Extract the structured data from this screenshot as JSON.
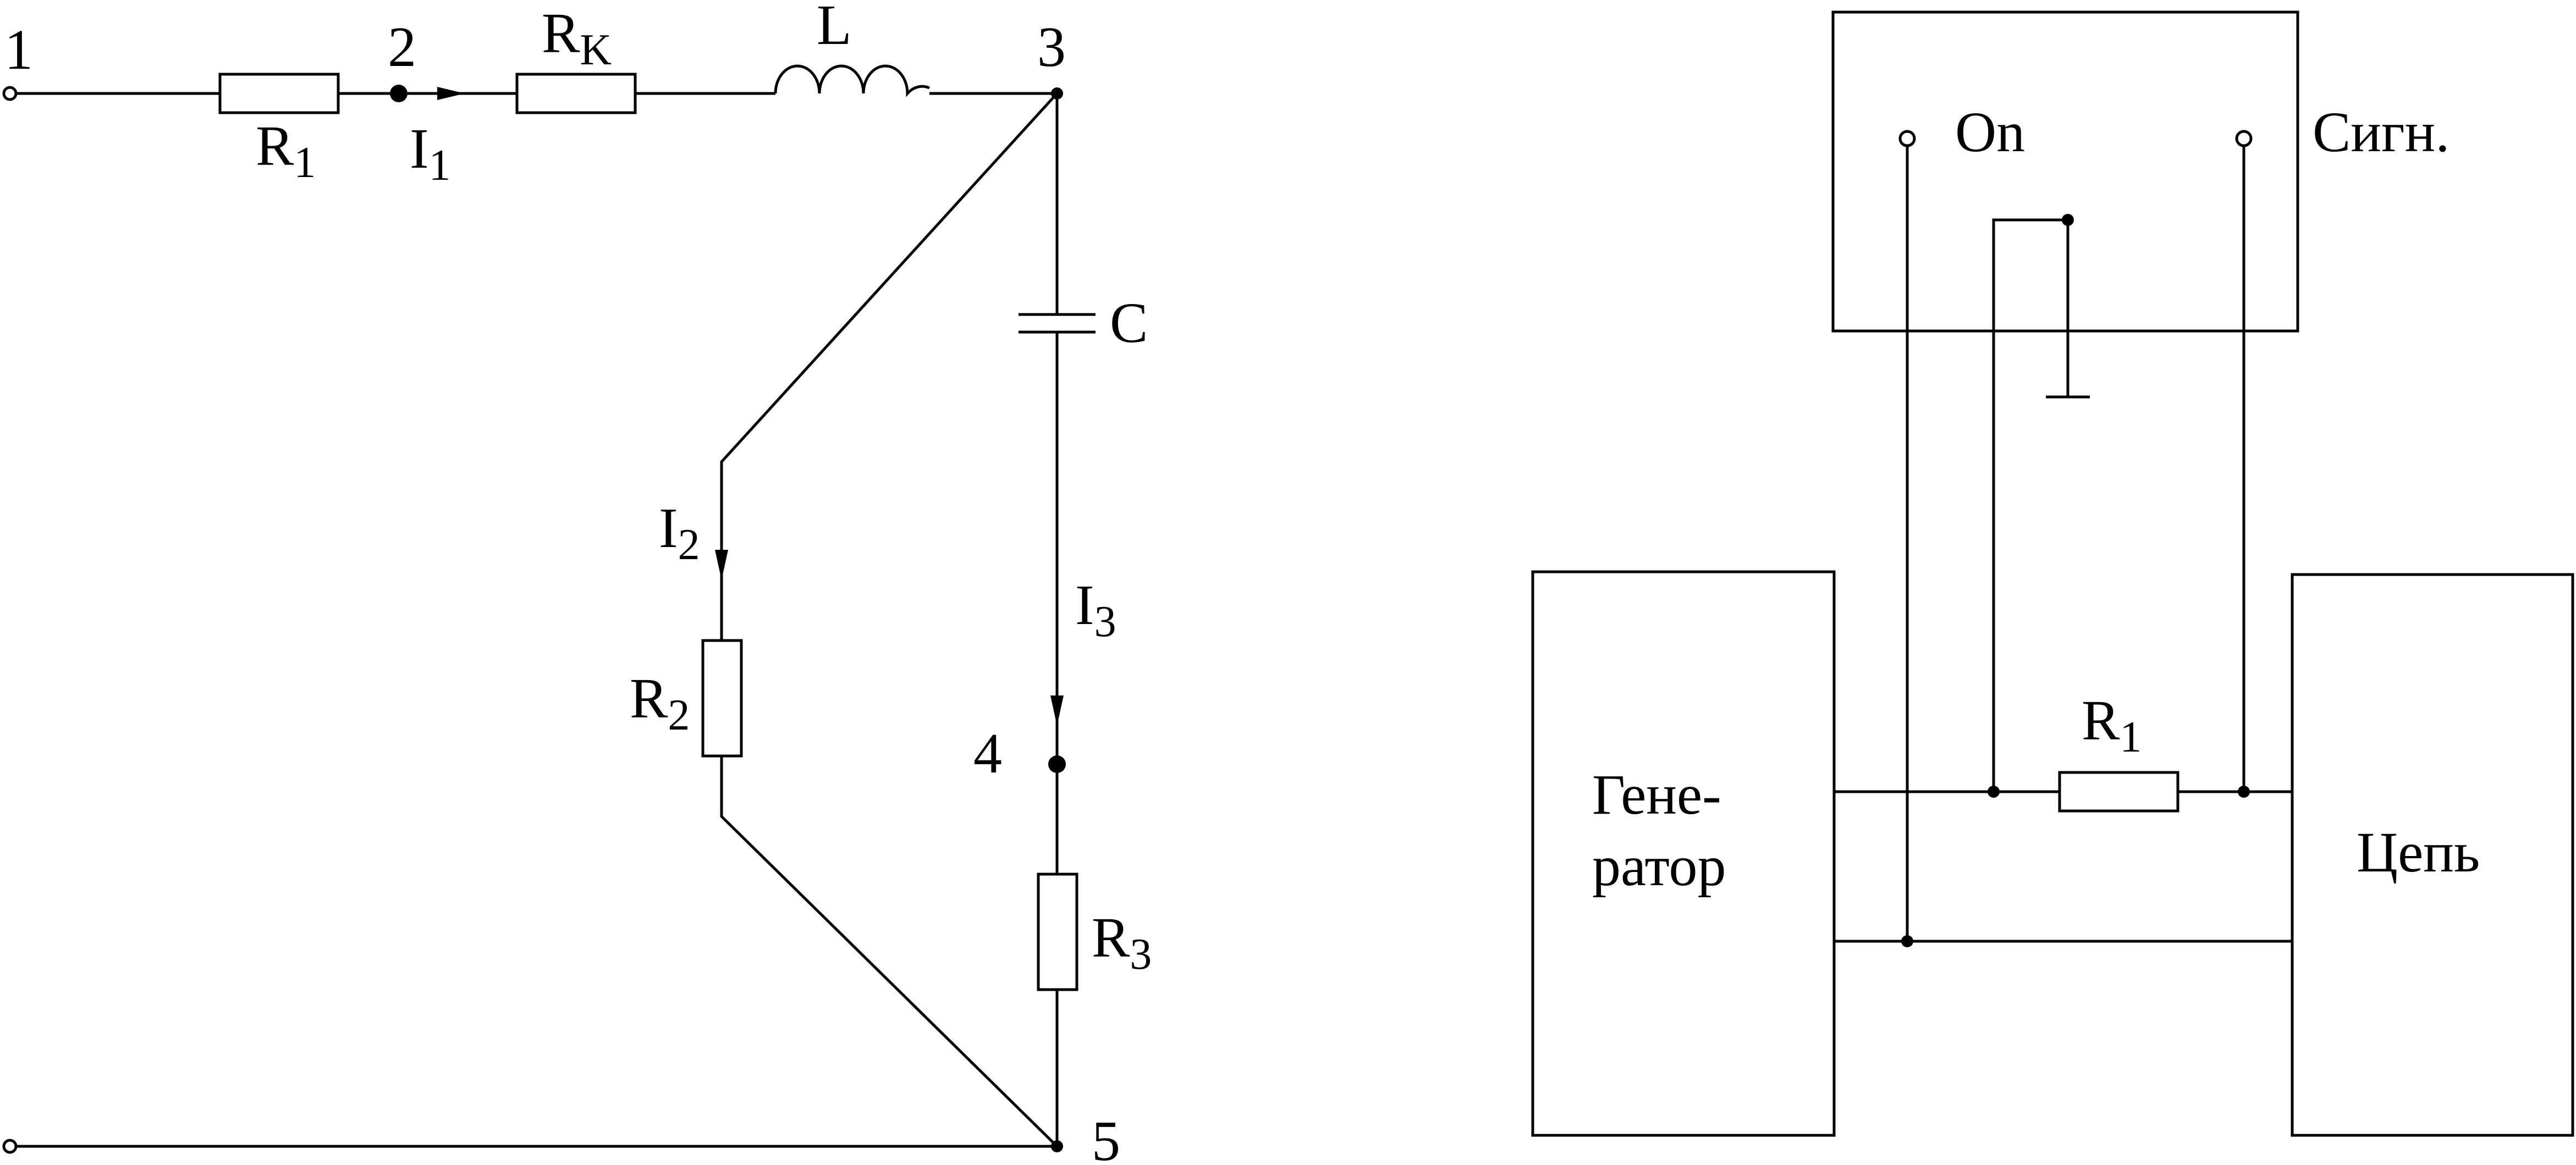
{
  "left_circuit": {
    "nodes": {
      "n1": "1",
      "n2": "2",
      "n3": "3",
      "n4": "4",
      "n5": "5"
    },
    "components": {
      "r1": {
        "main": "R",
        "sub": "1"
      },
      "rk": {
        "main": "R",
        "sub": "K"
      },
      "l": {
        "main": "L"
      },
      "c": {
        "main": "C"
      },
      "r2": {
        "main": "R",
        "sub": "2"
      },
      "r3": {
        "main": "R",
        "sub": "3"
      }
    },
    "currents": {
      "i1": {
        "main": "I",
        "sub": "1"
      },
      "i2": {
        "main": "I",
        "sub": "2"
      },
      "i3": {
        "main": "I",
        "sub": "3"
      }
    }
  },
  "right_circuit": {
    "oscilloscope": {
      "input_on": "On",
      "input_signal": "Сигн."
    },
    "generator": {
      "line1": "Гене-",
      "line2": "ратор"
    },
    "circuit_block": {
      "label": "Цепь"
    },
    "resistor": {
      "main": "R",
      "sub": "1"
    }
  }
}
